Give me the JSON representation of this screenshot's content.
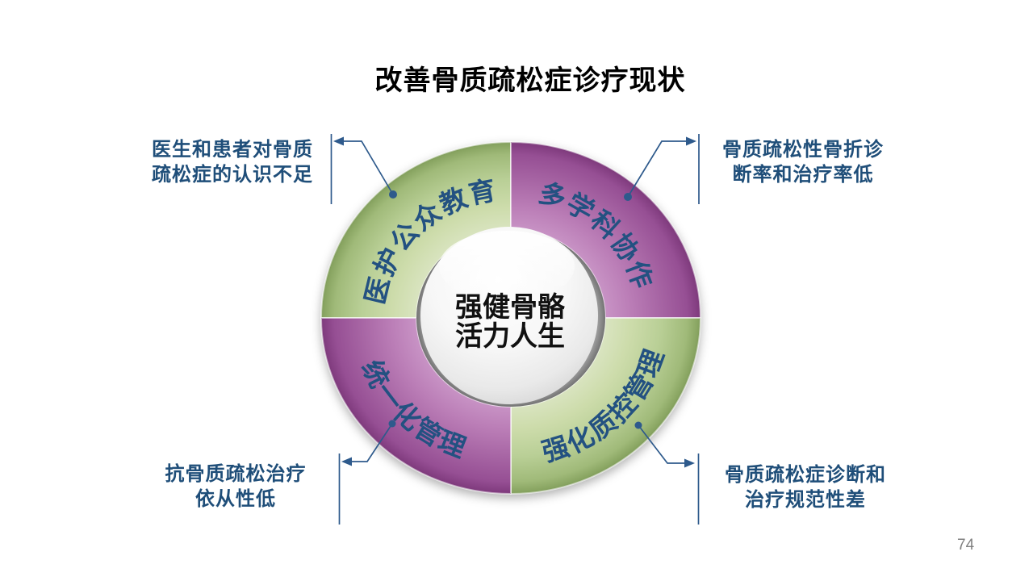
{
  "title": "改善骨质疏松症诊疗现状",
  "page_number": "74",
  "center": {
    "line1": "强健骨骼",
    "line2": "活力人生"
  },
  "segments": {
    "top_left": {
      "label": "医护公众教育",
      "color": "#b9cf96"
    },
    "top_right": {
      "label": "多学科协作",
      "color": "#a765a4"
    },
    "bottom_right": {
      "label": "强化质控管理",
      "color": "#b9cf96"
    },
    "bottom_left": {
      "label": "统一化管理",
      "color": "#a765a4"
    }
  },
  "callouts": {
    "top_left": {
      "line1": "医生和患者对骨质",
      "line2": "疏松症的认识不足"
    },
    "top_right": {
      "line1": "骨质疏松性骨折诊",
      "line2": "断率和治疗率低"
    },
    "bottom_left": {
      "line1": "抗骨质疏松治疗",
      "line2": "依从性低"
    },
    "bottom_right": {
      "line1": "骨质疏松症诊断和",
      "line2": "治疗规范性差"
    }
  },
  "colors": {
    "callout-blue": "#1f4e79",
    "label-blue": "#235181",
    "line-blue": "#2e5a8c",
    "green-mid": "#b9cf96",
    "purple-mid": "#a765a4"
  }
}
